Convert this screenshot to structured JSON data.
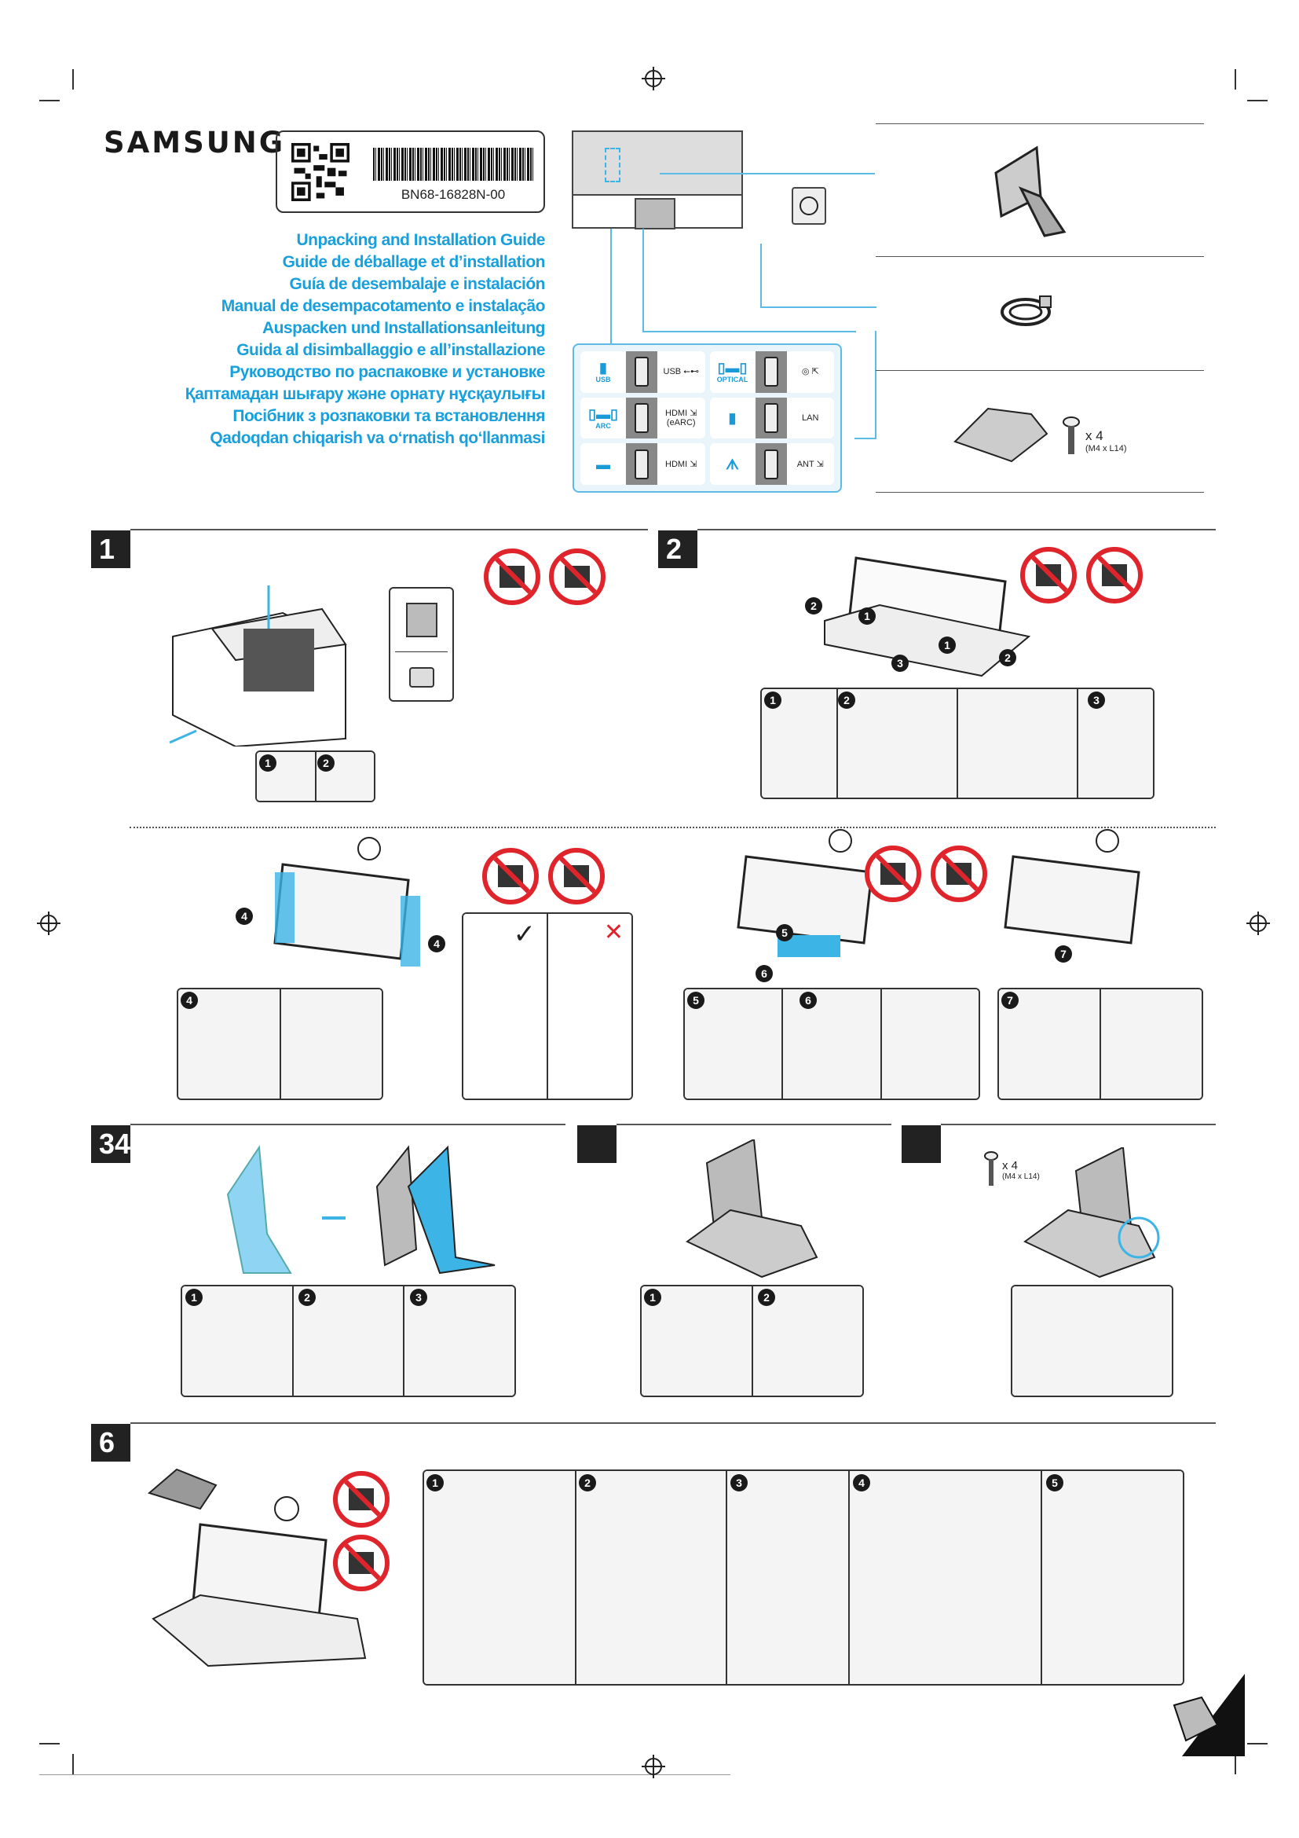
{
  "brand": "SAMSUNG",
  "label": {
    "code": "BN68-16828N-00",
    "qr_icon": "qr-code-icon",
    "barcode_icon": "barcode-icon"
  },
  "titles": [
    "Unpacking and Installation Guide",
    "Guide de déballage et d’installation",
    "Guía de desembalaje e instalación",
    "Manual de desempacotamento e instalação",
    "Auspacken und Installationsanleitung",
    "Guida al disimballaggio e all’installazione",
    "Руководство по распаковке и установке",
    "Қаптамадан шығару және орнату нұсқаулығы",
    "Посібник з розпаковки та встановлення",
    "Qadoqdan chiqarish va o‘rnatish qo‘llanmasi"
  ],
  "colors": {
    "accent": "#19a0dc",
    "prohibit": "#e0242c",
    "ink": "#222222",
    "part_blue": "#3db4e6"
  },
  "ports": [
    {
      "icon_label": "USB",
      "icon": "usb-stick-icon",
      "name": "USB ⭠⊷"
    },
    {
      "icon_label": "OPTICAL",
      "icon": "soundbar-icon",
      "name": "◎ ⇱"
    },
    {
      "icon_label": "ARC",
      "icon": "soundbar-icon",
      "name": "HDMI ⇲\n(eARC)"
    },
    {
      "icon_label": "",
      "icon": "lan-plug-icon",
      "name": "LAN"
    },
    {
      "icon_label": "",
      "icon": "set-top-box-icon",
      "name": "HDMI ⇲"
    },
    {
      "icon_label": "",
      "icon": "antenna-icon",
      "name": "ANT ⇲"
    }
  ],
  "components": {
    "screw_qty": "x 4",
    "screw_spec": "(M4 x L14)"
  },
  "sections": [
    {
      "number": "1"
    },
    {
      "number": "2"
    },
    {
      "number": "34"
    },
    {
      "number": ""
    },
    {
      "number": ""
    },
    {
      "number": "6"
    }
  ],
  "step5_screws": {
    "qty": "x 4",
    "spec": "(M4 x L14)"
  },
  "step_markers": [
    "1",
    "2",
    "3",
    "4",
    "5",
    "6",
    "7"
  ],
  "check_marks": {
    "ok": "✓",
    "bad": "✕"
  }
}
